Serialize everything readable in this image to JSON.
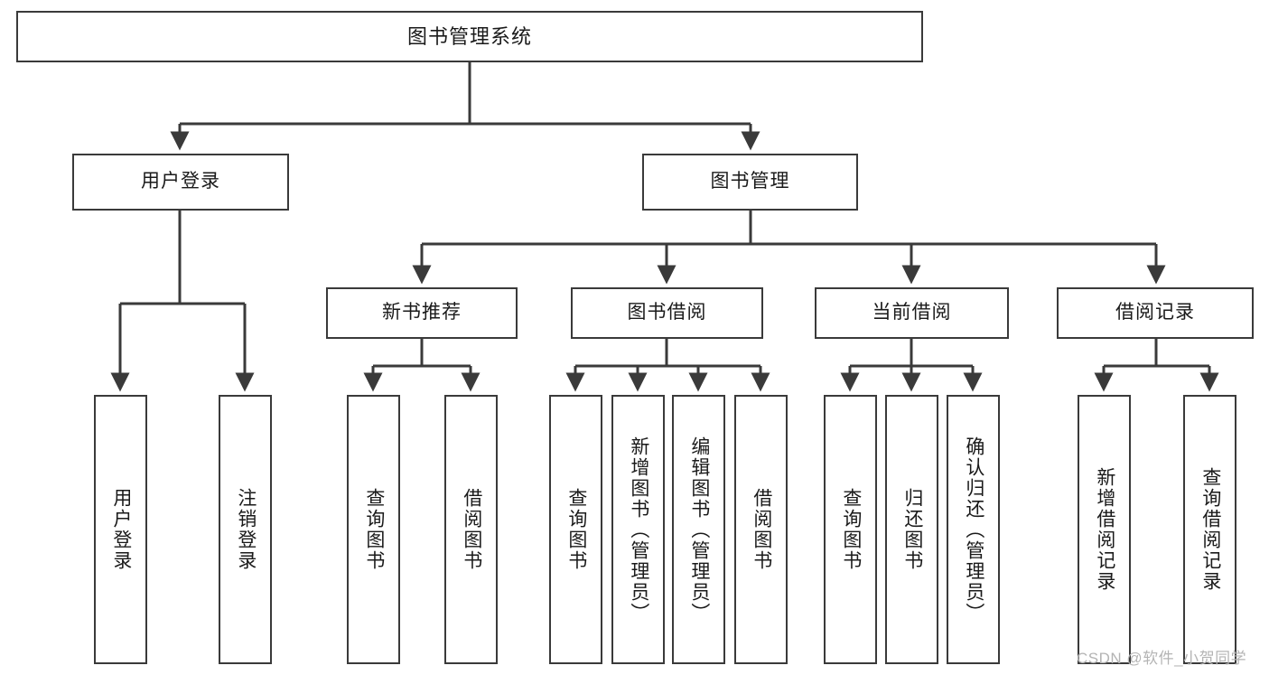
{
  "diagram": {
    "title": "图书管理系统",
    "type": "tree-hierarchy-diagram",
    "orientation": "top-down",
    "style": {
      "box_stroke": "#3a3a3a",
      "box_fill": "#ffffff",
      "edge_stroke": "#3a3a3a",
      "text_color": "#1a1a1a",
      "background": "#ffffff"
    }
  },
  "nodes": {
    "root": {
      "label": "图书管理系统"
    },
    "level1": [
      {
        "id": "user-login",
        "label": "用户登录"
      },
      {
        "id": "book-management",
        "label": "图书管理"
      }
    ],
    "level2": [
      {
        "id": "new-book-recommend",
        "label": "新书推荐"
      },
      {
        "id": "book-borrow",
        "label": "图书借阅"
      },
      {
        "id": "current-borrow",
        "label": "当前借阅"
      },
      {
        "id": "borrow-record",
        "label": "借阅记录"
      }
    ],
    "leaves": {
      "user-login": [
        {
          "id": "leaf-user-login",
          "label": "用户登录"
        },
        {
          "id": "leaf-user-logout",
          "label": "注销登录"
        }
      ],
      "new-book-recommend": [
        {
          "id": "leaf-query-book-1",
          "label": "查询图书"
        },
        {
          "id": "leaf-borrow-book-1",
          "label": "借阅图书"
        }
      ],
      "book-borrow": [
        {
          "id": "leaf-query-book-2",
          "label": "查询图书"
        },
        {
          "id": "leaf-add-book",
          "label": "新增图书（管理员）"
        },
        {
          "id": "leaf-edit-book",
          "label": "编辑图书（管理员）"
        },
        {
          "id": "leaf-borrow-book-2",
          "label": "借阅图书"
        }
      ],
      "current-borrow": [
        {
          "id": "leaf-query-book-3",
          "label": "查询图书"
        },
        {
          "id": "leaf-return-book",
          "label": "归还图书"
        },
        {
          "id": "leaf-confirm-return",
          "label": "确认归还（管理员）"
        }
      ],
      "borrow-record": [
        {
          "id": "leaf-add-borrow-record",
          "label": "新增借阅记录"
        },
        {
          "id": "leaf-query-borrow-record",
          "label": "查询借阅记录"
        }
      ]
    }
  },
  "watermark": {
    "text": "CSDN @软件_小贺同学"
  }
}
